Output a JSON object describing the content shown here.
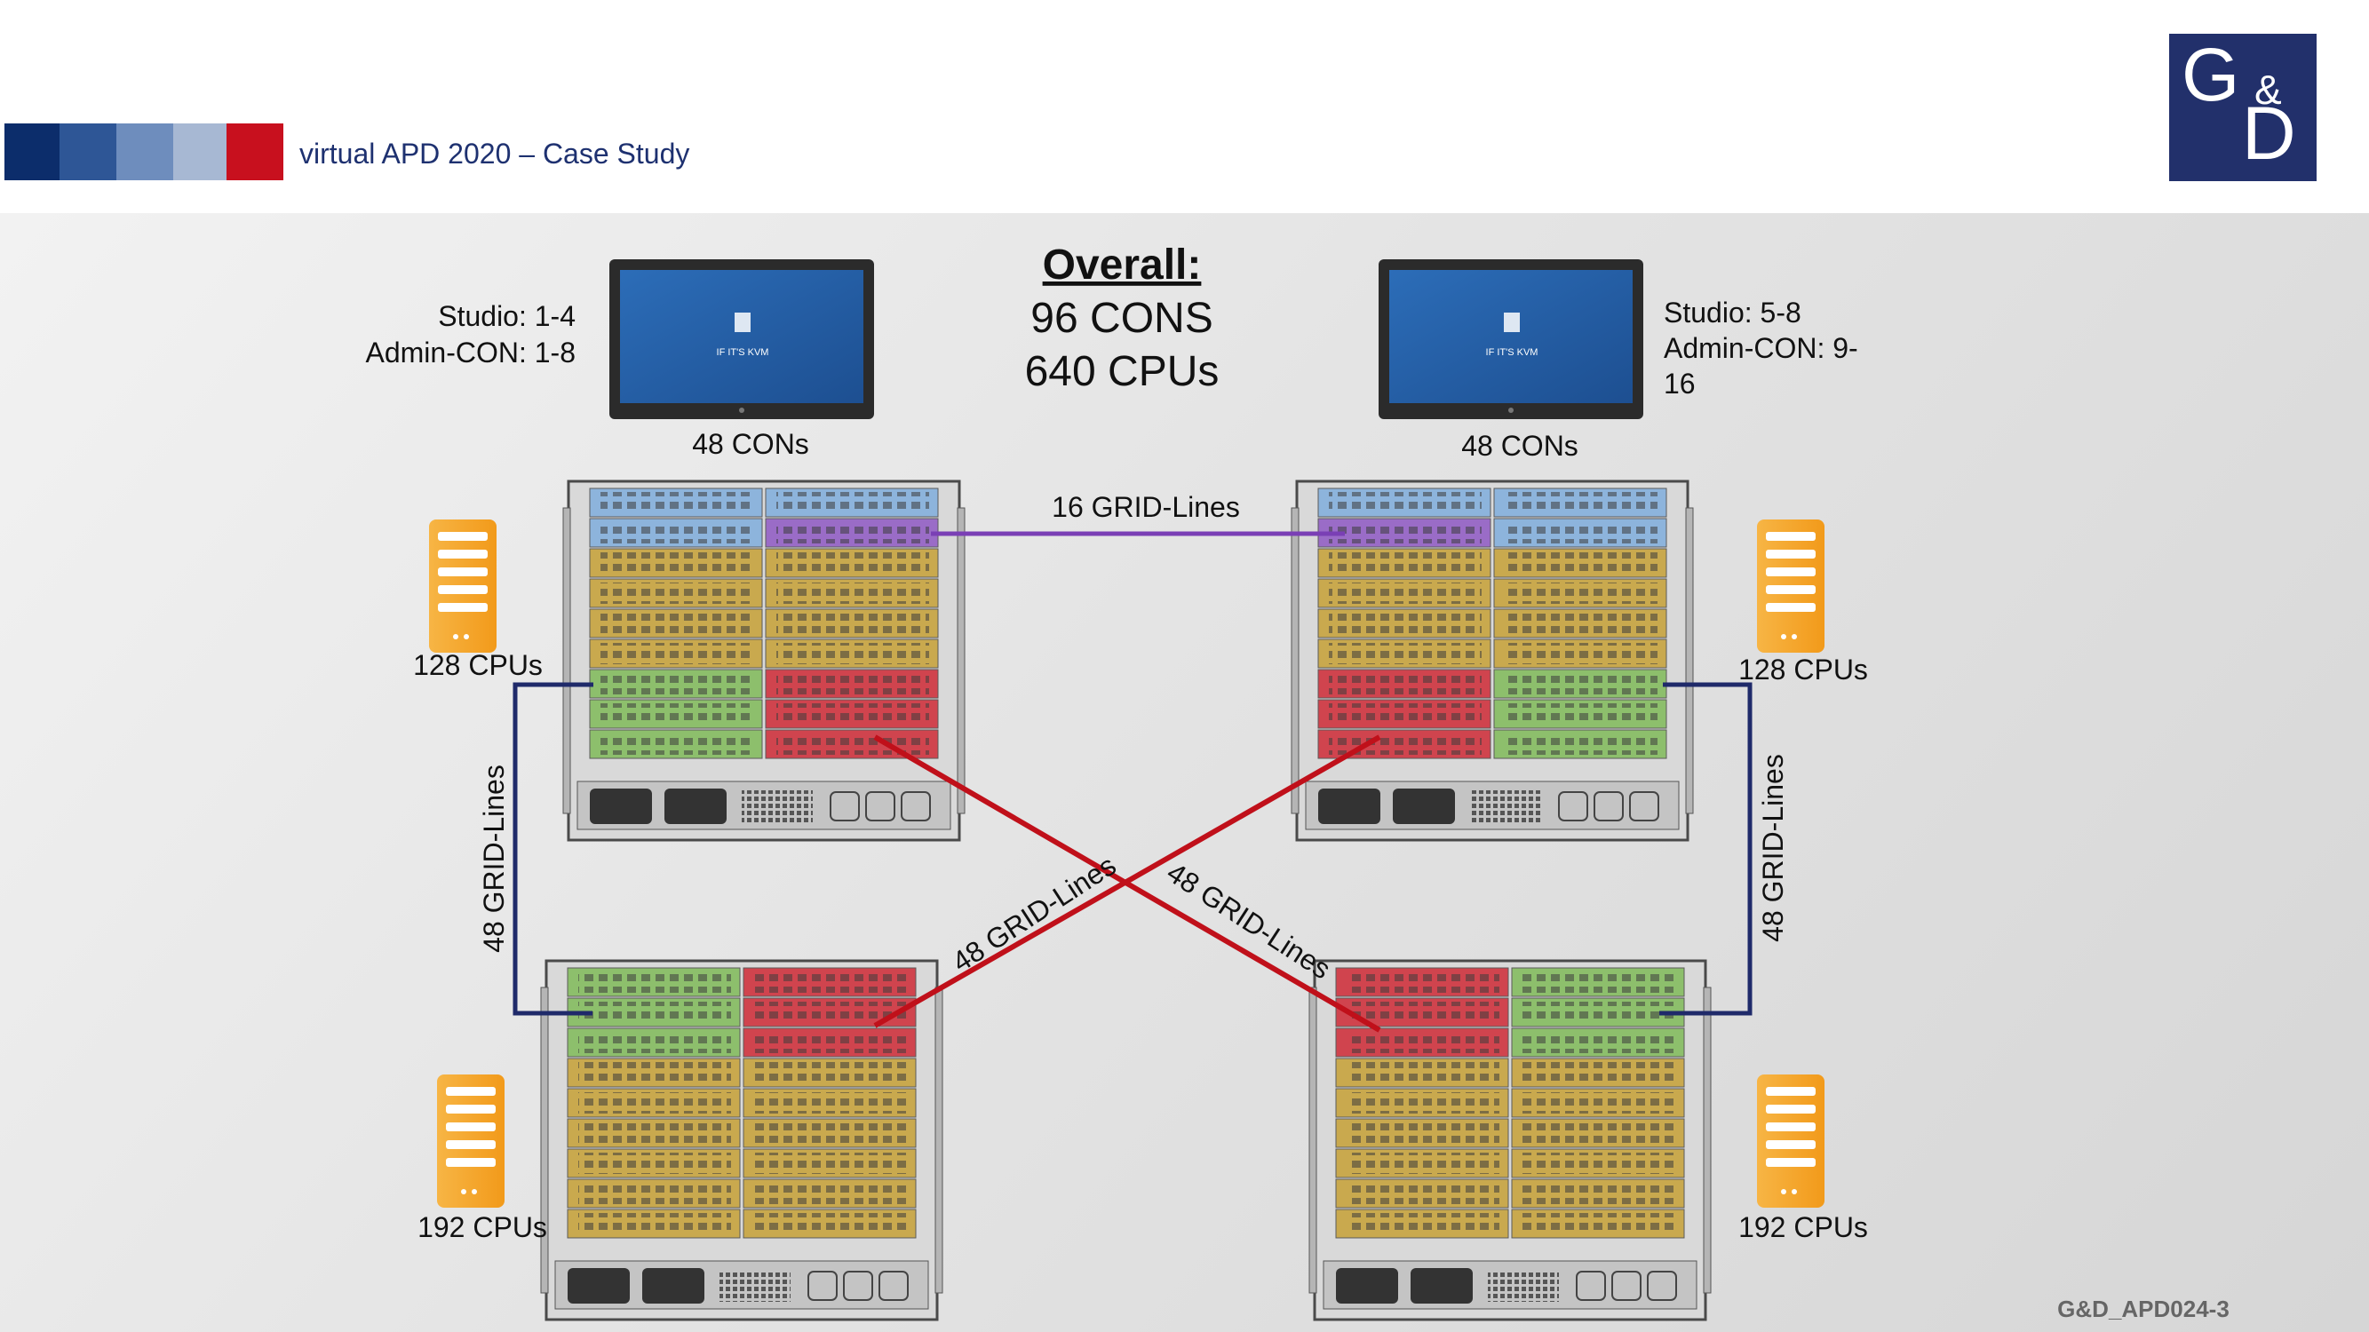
{
  "header": {
    "title": "virtual APD 2020 – Case Study",
    "stripe_colors": [
      "#0c2d6b",
      "#2e5696",
      "#6e8dbd",
      "#a7b8d3",
      "#c8101e"
    ],
    "logo_text": "G&D"
  },
  "overall": {
    "heading": "Overall:",
    "line1": "96 CONS",
    "line2": "640 CPUs"
  },
  "monitors": [
    {
      "screen_label": "IF IT'S KVM",
      "count_label": "48 CONs"
    },
    {
      "screen_label": "IF IT'S KVM",
      "count_label": "48 CONs"
    }
  ],
  "labels": {
    "left_studio": "Studio: 1-4",
    "left_admin": "Admin-CON: 1-8",
    "right_studio": "Studio: 5-8",
    "right_admin_1": "Admin-CON: 9-",
    "right_admin_2": "16",
    "grid_top": "16 GRID-Lines",
    "grid_left": "48 GRID-Lines",
    "grid_right": "48 GRID-Lines",
    "grid_cross_1": "48 GRID-Lines",
    "grid_cross_2": "48 GRID-Lines"
  },
  "cpu_groups": [
    {
      "label": "128 CPUs"
    },
    {
      "label": "128 CPUs"
    },
    {
      "label": "192 CPUs"
    },
    {
      "label": "192 CPUs"
    }
  ],
  "colors": {
    "blue_card": "#8db4dc",
    "purple_card": "#9a6cc7",
    "yellow_card": "#c9a94e",
    "green_card": "#8dbf6c",
    "red_card": "#d0444e",
    "grid_line_purple": "#7a3fb5",
    "grid_line_navy": "#1f2a6a",
    "grid_line_red": "#c0101a",
    "server_orange": "#f5a623"
  },
  "footer": {
    "code": "G&D_APD024-3"
  }
}
